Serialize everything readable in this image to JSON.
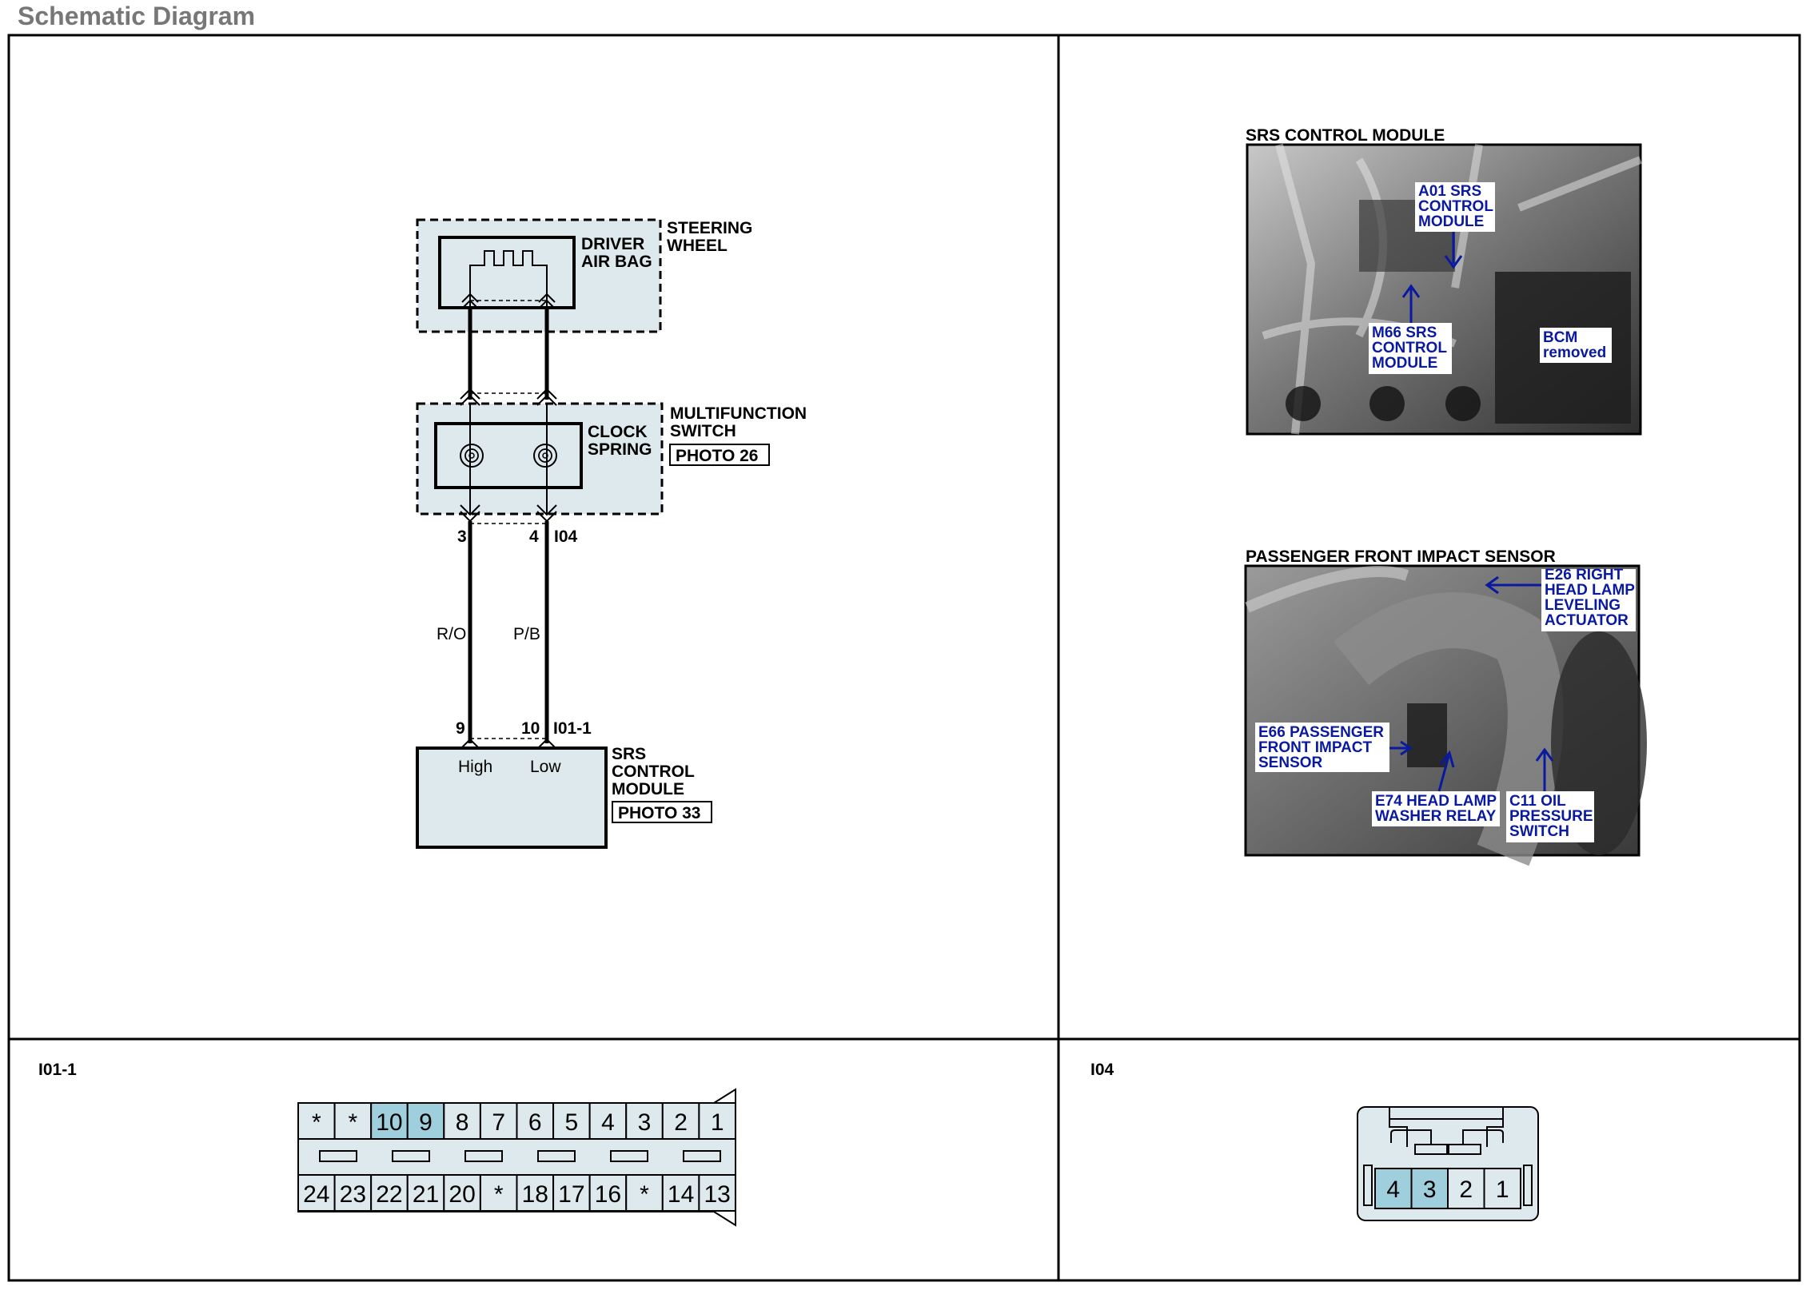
{
  "page_title": "Schematic Diagram",
  "schematic": {
    "steering_wheel": [
      "STEERING",
      "WHEEL"
    ],
    "driver_air_bag": [
      "DRIVER",
      "AIR BAG"
    ],
    "multifunction_switch": [
      "MULTIFUNCTION",
      "SWITCH"
    ],
    "clock_spring": [
      "CLOCK",
      "SPRING"
    ],
    "photo_26": "PHOTO 26",
    "pin_3": "3",
    "pin_4": "4",
    "connector_i04": "I04",
    "wire_left": "R/O",
    "wire_right": "P/B",
    "pin_9": "9",
    "pin_10": "10",
    "connector_i01_1": "I01-1",
    "high": "High",
    "low": "Low",
    "srs_control_module": [
      "SRS",
      "CONTROL",
      "MODULE"
    ],
    "photo_33": "PHOTO 33"
  },
  "photos": {
    "srs_module": {
      "title": "SRS CONTROL MODULE",
      "a01": [
        "A01 SRS",
        "CONTROL",
        "MODULE"
      ],
      "m66": [
        "M66 SRS",
        "CONTROL",
        "MODULE"
      ],
      "bcm": [
        "BCM",
        "removed"
      ]
    },
    "impact_sensor": {
      "title": "PASSENGER FRONT IMPACT SENSOR",
      "e26": [
        "E26 RIGHT",
        "HEAD LAMP",
        "LEVELING",
        "ACTUATOR"
      ],
      "e66": [
        "E66 PASSENGER",
        "FRONT IMPACT",
        "SENSOR"
      ],
      "e74": [
        "E74 HEAD LAMP",
        "WASHER RELAY"
      ],
      "c11": [
        "C11 OIL",
        "PRESSURE",
        "SWITCH"
      ]
    }
  },
  "connectors": {
    "i01_1": {
      "label": "I01-1",
      "top_row": [
        "*",
        "*",
        "10",
        "9",
        "8",
        "7",
        "6",
        "5",
        "4",
        "3",
        "2",
        "1"
      ],
      "bottom_row": [
        "24",
        "23",
        "22",
        "21",
        "20",
        "*",
        "18",
        "17",
        "16",
        "*",
        "14",
        "13"
      ],
      "highlighted": [
        "10",
        "9"
      ]
    },
    "i04": {
      "label": "I04",
      "pins": [
        "4",
        "3",
        "2",
        "1"
      ],
      "highlighted": [
        "4",
        "3"
      ]
    }
  },
  "colors": {
    "fill": "#dde9ec",
    "highlight": "#9fcfdc",
    "label_blue": "#0a1aa0",
    "title_gray": "#777777"
  }
}
